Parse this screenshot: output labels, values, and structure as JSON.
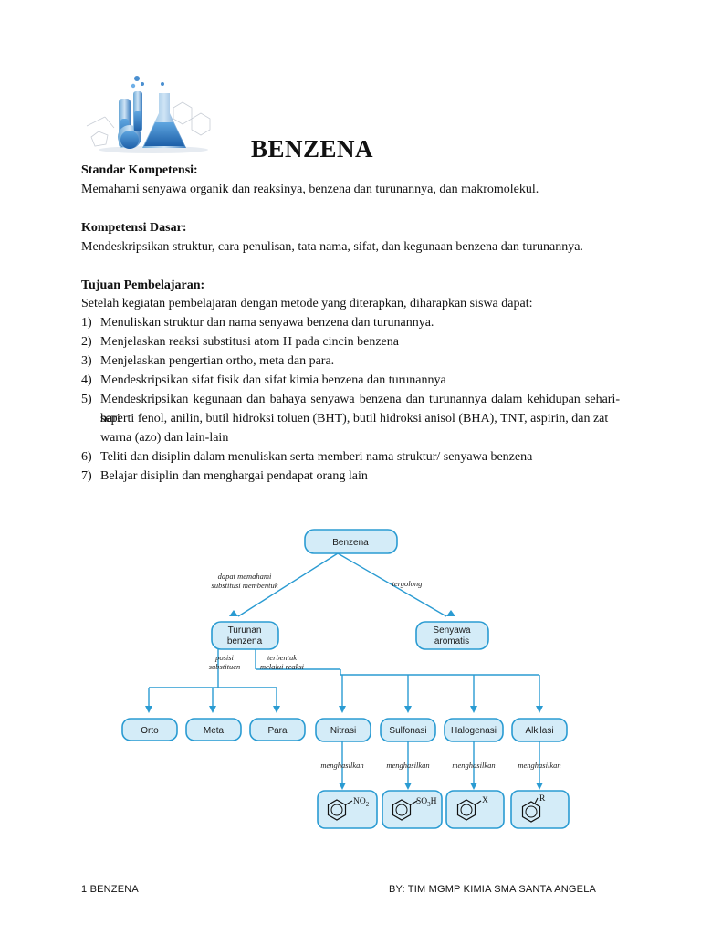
{
  "title": "BENZENA",
  "sk": {
    "heading": "Standar Kompetensi:",
    "text": "Memahami senyawa organik dan reaksinya, benzena dan turunannya, dan makromolekul."
  },
  "kd": {
    "heading": "Kompetensi Dasar:",
    "text": "Mendeskripsikan struktur, cara penulisan, tata nama, sifat, dan kegunaan benzena dan turunannya."
  },
  "tp": {
    "heading": "Tujuan Pembelajaran:",
    "intro": "Setelah kegiatan pembelajaran dengan metode yang diterapkan, diharapkan siswa dapat:",
    "items": [
      {
        "num": "1)",
        "text": "Menuliskan struktur dan nama senyawa benzena dan turunannya."
      },
      {
        "num": "2)",
        "text": "Menjelaskan reaksi substitusi atom H pada cincin benzena"
      },
      {
        "num": "3)",
        "text": "Menjelaskan pengertian ortho, meta dan para."
      },
      {
        "num": "4)",
        "text": "Mendeskripsikan sifat fisik dan sifat kimia benzena dan turunannya"
      },
      {
        "num": "5)",
        "line1": "Mendeskripsikan kegunaan dan bahaya senyawa benzena dan turunannya dalam kehidupan sehari-hari",
        "line2": "seperti fenol, anilin, butil hidroksi toluen (BHT), butil hidroksi anisol (BHA), TNT, aspirin, dan zat",
        "line3": "warna (azo) dan lain-lain"
      },
      {
        "num": "6)",
        "text": "Teliti dan disiplin dalam menuliskan serta memberi nama struktur/ senyawa benzena"
      },
      {
        "num": "7)",
        "text": "Belajar disiplin dan menghargai pendapat orang lain"
      }
    ]
  },
  "diagram": {
    "root": "Benzena",
    "left_edge_label": [
      "dapat memahami",
      "substitusi membentuk"
    ],
    "right_edge_label": "tergolong",
    "derivative": [
      "Turunan",
      "benzena"
    ],
    "aromatic": [
      "Senyawa",
      "aromatis"
    ],
    "position_label": [
      "posisi",
      "substituen"
    ],
    "reaction_label": [
      "terbentuk",
      "melalui reaksi"
    ],
    "positions": [
      "Orto",
      "Meta",
      "Para"
    ],
    "reactions": [
      "Nitrasi",
      "Sulfonasi",
      "Halogenasi",
      "Alkilasi"
    ],
    "produces": "menghasilkan",
    "products": [
      {
        "sub": "NO",
        "idx": "2"
      },
      {
        "sub": "SO",
        "idx": "3",
        "tail": "H"
      },
      {
        "sub": "X"
      },
      {
        "sub": "R"
      }
    ],
    "colors": {
      "box_fill": "#d4ecf8",
      "box_stroke": "#2a9bd2",
      "line": "#2a9bd2"
    }
  },
  "footer": {
    "left": "1 BENZENA",
    "right": "BY: TIM MGMP KIMIA SMA SANTA ANGELA"
  }
}
